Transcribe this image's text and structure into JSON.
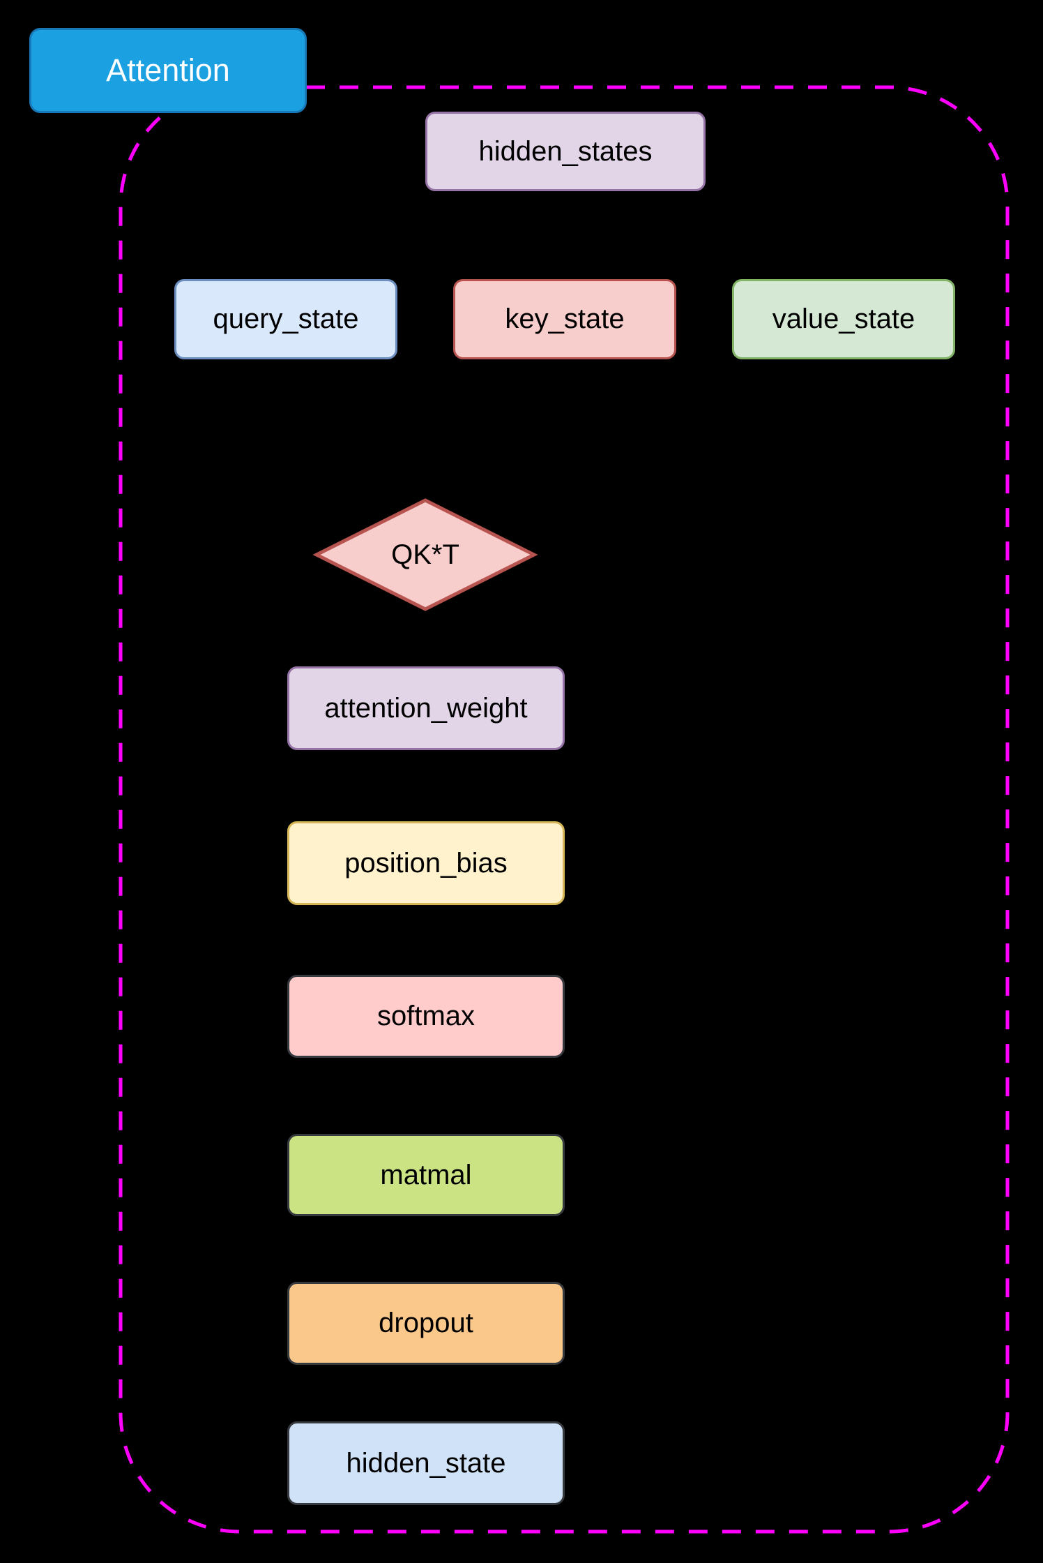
{
  "canvas": {
    "background": "#000000"
  },
  "title": {
    "label": "Attention",
    "fill": "#1ba1e2",
    "stroke": "#1879b8",
    "text_color": "#ffffff"
  },
  "container": {
    "border_color": "#ff00ff",
    "border_style": "dashed"
  },
  "nodes": {
    "hidden_states": {
      "label": "hidden_states",
      "fill": "#e1d5e7",
      "stroke": "#9673a6",
      "shape": "rect"
    },
    "query_state": {
      "label": "query_state",
      "fill": "#dae8fc",
      "stroke": "#6c8ebf",
      "shape": "rect"
    },
    "key_state": {
      "label": "key_state",
      "fill": "#f8cecc",
      "stroke": "#b85450",
      "shape": "rect"
    },
    "value_state": {
      "label": "value_state",
      "fill": "#d5e8d4",
      "stroke": "#82b366",
      "shape": "rect"
    },
    "qk_t": {
      "label": "QK*T",
      "fill": "#f8cecc",
      "stroke": "#b85450",
      "shape": "diamond"
    },
    "attention_weight": {
      "label": "attention_weight",
      "fill": "#e1d5e7",
      "stroke": "#9673a6",
      "shape": "rect"
    },
    "position_bias": {
      "label": "position_bias",
      "fill": "#fff2cc",
      "stroke": "#d6b656",
      "shape": "rect"
    },
    "softmax": {
      "label": "softmax",
      "fill": "#ffcbcb",
      "stroke": "#36393d",
      "shape": "rect"
    },
    "matmal": {
      "label": "matmal",
      "fill": "#cbe383",
      "stroke": "#36393d",
      "shape": "rect"
    },
    "dropout": {
      "label": "dropout",
      "fill": "#fbc88b",
      "stroke": "#36393d",
      "shape": "rect"
    },
    "hidden_state": {
      "label": "hidden_state",
      "fill": "#cfe2f7",
      "stroke": "#36393d",
      "shape": "rect"
    }
  }
}
